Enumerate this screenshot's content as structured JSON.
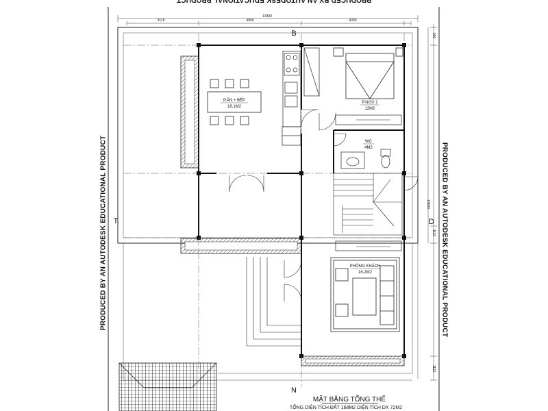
{
  "watermark": "PRODUCED BY AN AUTODESK EDUCATIONAL PRODUCT",
  "dimensions": {
    "top_total": "13300",
    "top_seg_1": "3115",
    "top_seg_2": "4000",
    "top_seg_3": "4000",
    "right_total": "13000",
    "right_seg_1": "900",
    "right_seg_2": "1110"
  },
  "axes": {
    "top": "B",
    "bottom": "N",
    "left": "T",
    "right": "D"
  },
  "rooms": {
    "kitchen": {
      "name": "P.ĂN + BẾP",
      "area": "18,1M2"
    },
    "bedroom": {
      "name": "P.NGỦ 1",
      "area": "12M2"
    },
    "wc": {
      "name": "WC",
      "area": "4M2"
    },
    "living": {
      "name": "PHÒNG KHÁCH",
      "area": "16,2M2"
    }
  },
  "title": {
    "main": "MẶT BẰNG TỔNG THỂ",
    "sub": "TỔNG DIỆN TÍCH ĐẤT 168M2 DIỆN TÍCH DX 72M2"
  }
}
